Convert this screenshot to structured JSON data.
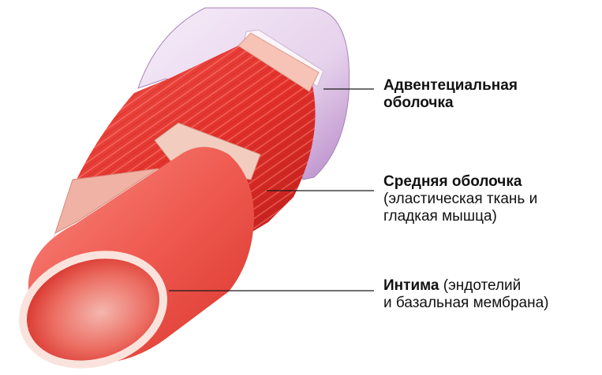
{
  "labels": {
    "adventitia": {
      "line1": "Адвентециальная",
      "line2": "оболочка"
    },
    "media": {
      "title": "Средняя оболочка",
      "line2": "(эластическая ткань и",
      "line3": "гладкая мышца)"
    },
    "intima": {
      "title": "Интима",
      "rest1": " (эндотелий",
      "line2": "и базальная мембрана)"
    }
  },
  "colors": {
    "adventitia": "#e9d7ee",
    "adventitia_shade": "#c9a6d6",
    "media": "#e8372f",
    "media_dark": "#c8201c",
    "intima": "#ef5b52",
    "intima_light": "#f7a29a",
    "cut_surface": "#f3d3c9",
    "leader": "#1a1a1a"
  }
}
